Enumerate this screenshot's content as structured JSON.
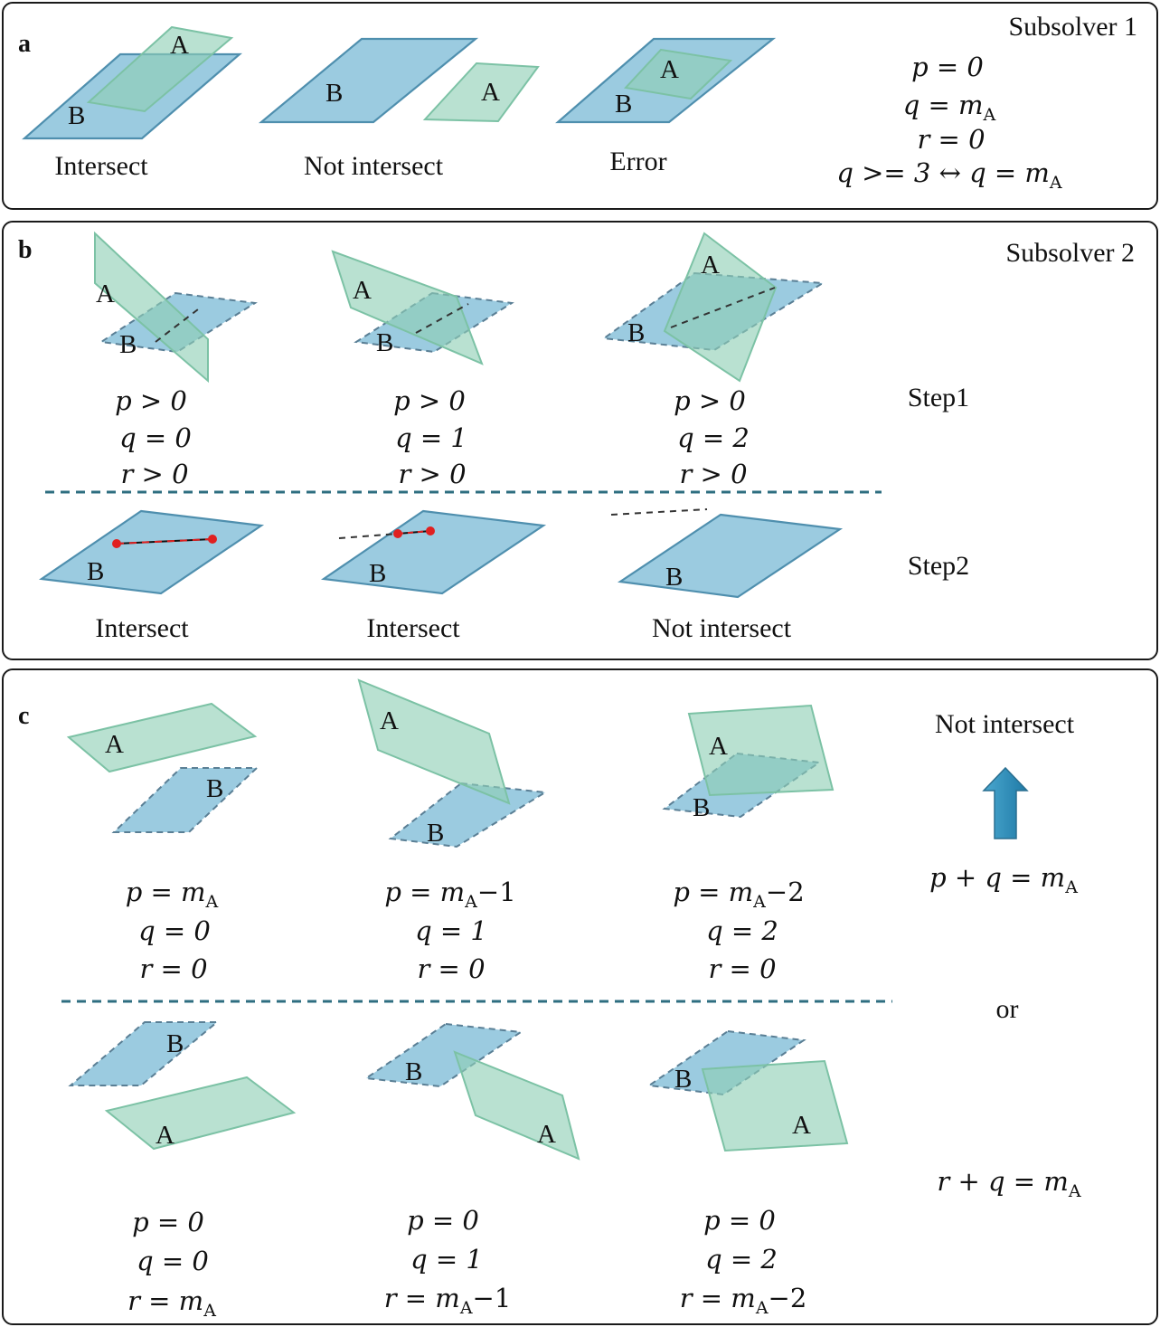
{
  "panel_a": {
    "letter": "a",
    "title": "Subsolver 1",
    "captions": [
      "Intersect",
      "Not intersect",
      "Error"
    ],
    "eq1": "p = 0",
    "eq2": "q = m",
    "eq3": "r = 0",
    "eq4": "q >= 3 ↔ q = m",
    "sub": "A"
  },
  "panel_b": {
    "letter": "b",
    "title": "Subsolver 2",
    "step1": "Step1",
    "step2": "Step2",
    "cols": [
      {
        "p": "p > 0",
        "q": "q = 0",
        "r": "r > 0",
        "caption": "Intersect"
      },
      {
        "p": "p > 0",
        "q": "q = 1",
        "r": "r > 0",
        "caption": "Intersect"
      },
      {
        "p": "p > 0",
        "q": "q = 2",
        "r": "r > 0",
        "caption": "Not intersect"
      }
    ]
  },
  "panel_c": {
    "letter": "c",
    "not_intersect": "Not intersect",
    "or": "or",
    "top_sum": "p + q = m",
    "bottom_sum": "r + q = m",
    "sub": "A",
    "top": [
      {
        "p": "p = m",
        "q": "q = 0",
        "r": "r = 0"
      },
      {
        "p": "p =  m",
        "p_tail": "−1",
        "q": "q = 1",
        "r": "r = 0"
      },
      {
        "p": "p = m",
        "p_tail": "−2",
        "q": "q = 2",
        "r": "r = 0"
      }
    ],
    "bottom": [
      {
        "p": "p = 0",
        "q": "q = 0",
        "r": "r = m"
      },
      {
        "p": "p = 0",
        "q": "q = 1",
        "r": "r =  m",
        "r_tail": "−1"
      },
      {
        "p": "p = 0",
        "q": "q = 2",
        "r": "r =  m",
        "r_tail": "−2"
      }
    ]
  },
  "labels": {
    "A": "A",
    "B": "B"
  },
  "colors": {
    "plane_b": "#8dc4dc",
    "plane_a": "#8ecfb4",
    "arrow": "#2f8db5",
    "separator": "#2e6e80",
    "point": "#e02020"
  }
}
